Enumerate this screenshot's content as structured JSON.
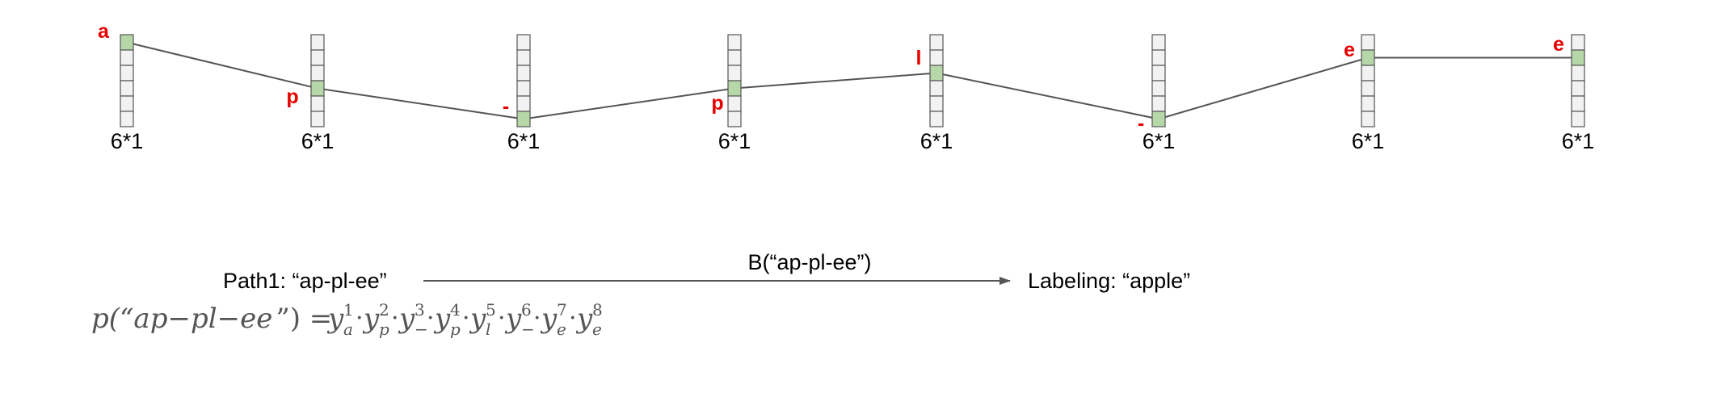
{
  "diagram": {
    "cell_count": 6,
    "columns": [
      {
        "label": "6*1",
        "char": "a",
        "selected": 0
      },
      {
        "label": "6*1",
        "char": "p",
        "selected": 3
      },
      {
        "label": "6*1",
        "char": "-",
        "selected": 5
      },
      {
        "label": "6*1",
        "char": "p",
        "selected": 3
      },
      {
        "label": "6*1",
        "char": "l",
        "selected": 2
      },
      {
        "label": "6*1",
        "char": "-",
        "selected": 5
      },
      {
        "label": "6*1",
        "char": "e",
        "selected": 1
      },
      {
        "label": "6*1",
        "char": "e",
        "selected": 1
      }
    ],
    "path_label": "Path1: “ap-pl-ee”",
    "arrow_label": "B(“ap-pl-ee”)",
    "labeling": "Labeling: “apple”",
    "formula": {
      "lhs_prefix": "p(“",
      "lhs_path": "ap−pl−ee",
      "lhs_suffix": "”) =",
      "terms": [
        {
          "sub": "a",
          "sup": "1"
        },
        {
          "sub": "p",
          "sup": "2"
        },
        {
          "sub": "−",
          "sup": "3"
        },
        {
          "sub": "p",
          "sup": "4"
        },
        {
          "sub": "l",
          "sup": "5"
        },
        {
          "sub": "−",
          "sup": "6"
        },
        {
          "sub": "e",
          "sup": "7"
        },
        {
          "sub": "e",
          "sup": "8"
        }
      ]
    }
  },
  "colors": {
    "cell_fill": "#f2f2f2",
    "cell_stroke": "#555555",
    "selected_fill": "#b6d7a8",
    "line": "#555555",
    "char": "#e60000"
  }
}
